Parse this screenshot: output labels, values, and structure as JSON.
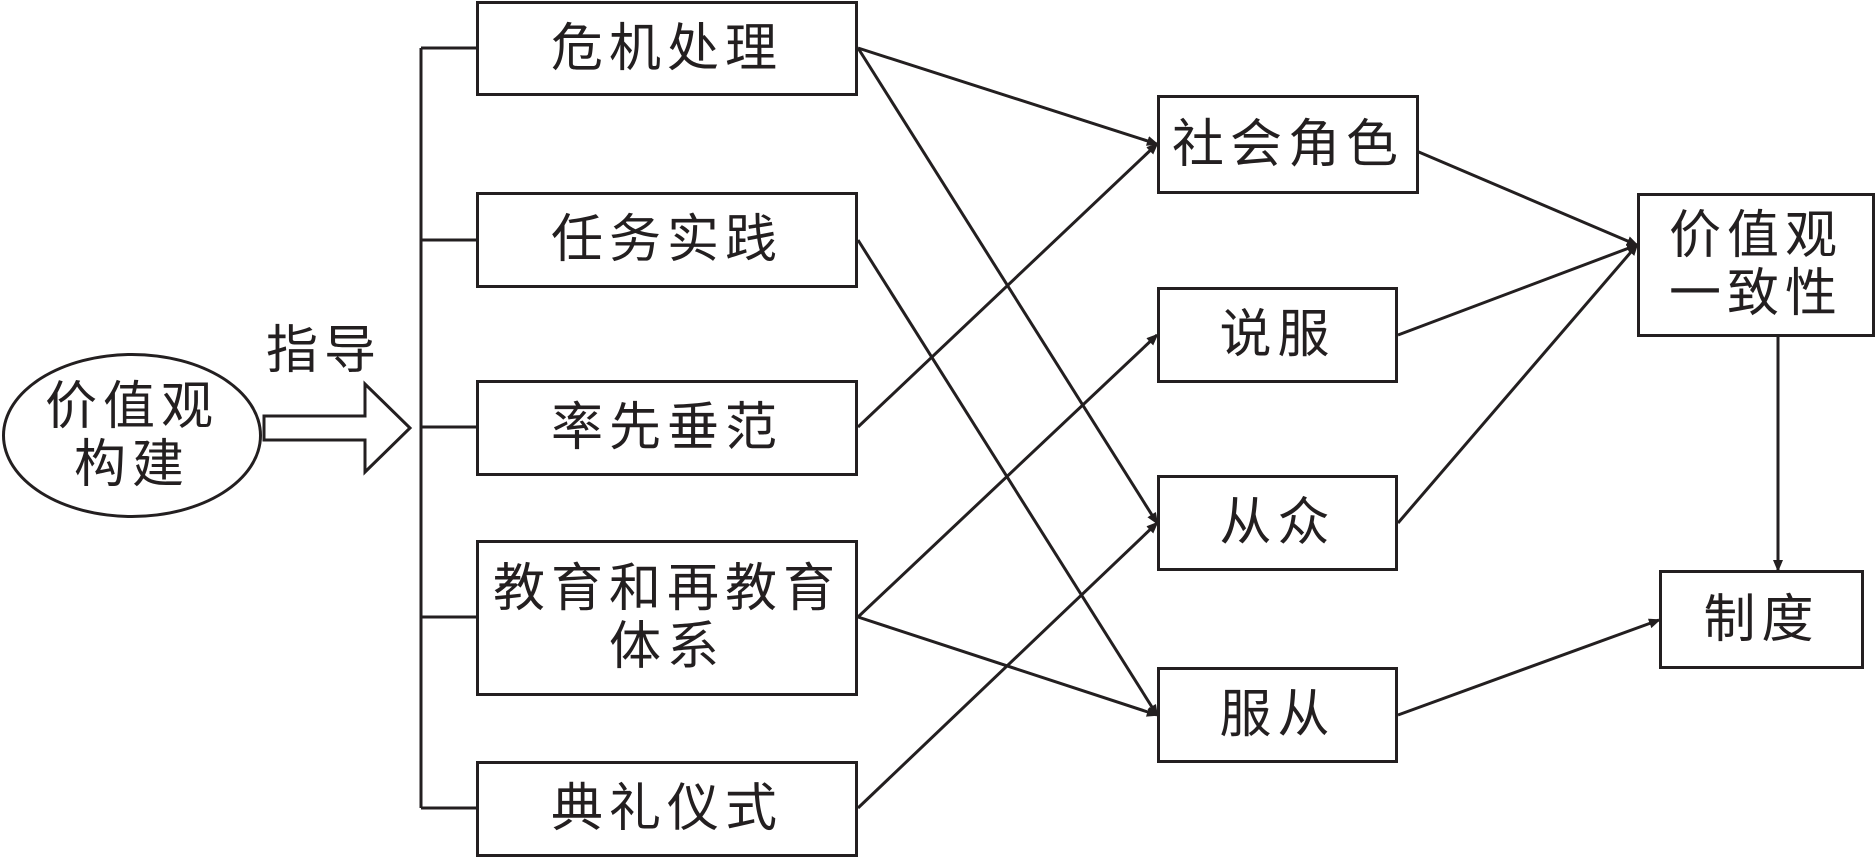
{
  "diagram": {
    "nodes": {
      "value_construction": {
        "lines": [
          "价值观",
          "构建"
        ]
      },
      "guidance_label": "指导",
      "crisis": {
        "lines": [
          "危机处理"
        ]
      },
      "task": {
        "lines": [
          "任务实践"
        ]
      },
      "lead": {
        "lines": [
          "率先垂范"
        ]
      },
      "education": {
        "lines": [
          "教育和再教育",
          "体系"
        ]
      },
      "ceremony": {
        "lines": [
          "典礼仪式"
        ]
      },
      "social_role": {
        "lines": [
          "社会角色"
        ]
      },
      "persuasion": {
        "lines": [
          "说服"
        ]
      },
      "conformity": {
        "lines": [
          "从众"
        ]
      },
      "obedience": {
        "lines": [
          "服从"
        ]
      },
      "consistency": {
        "lines": [
          "价值观",
          "一致性"
        ]
      },
      "system": {
        "lines": [
          "制度"
        ]
      }
    },
    "edges": [
      {
        "from": "crisis",
        "to": "social_role"
      },
      {
        "from": "crisis",
        "to": "conformity"
      },
      {
        "from": "task",
        "to": "obedience"
      },
      {
        "from": "lead",
        "to": "social_role"
      },
      {
        "from": "education",
        "to": "persuasion"
      },
      {
        "from": "education",
        "to": "obedience"
      },
      {
        "from": "ceremony",
        "to": "conformity"
      },
      {
        "from": "social_role",
        "to": "consistency"
      },
      {
        "from": "persuasion",
        "to": "consistency"
      },
      {
        "from": "conformity",
        "to": "consistency"
      },
      {
        "from": "obedience",
        "to": "system"
      },
      {
        "from": "consistency",
        "to": "system"
      }
    ],
    "colors": {
      "stroke": "#231f20",
      "fill": "#ffffff"
    }
  }
}
